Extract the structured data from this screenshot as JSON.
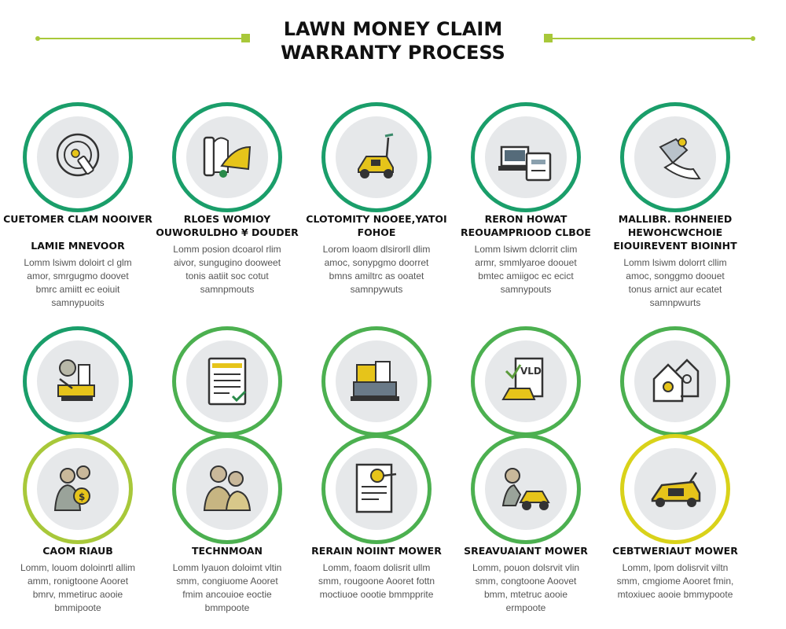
{
  "title_lines": [
    "LAWN MONEY CLAIM",
    "WARRANTY PROCESS"
  ],
  "colors": {
    "accent_green": "#1a9e6a",
    "mid_green": "#4cb050",
    "lime": "#a8c83a",
    "yellow": "#d9d21a",
    "icon_yellow": "#e6c41a"
  },
  "steps": [
    {
      "title": "CUETOMER CLAM NOOIVER\n\nLAMIE MNEVOOR",
      "body": "Lomm lsiwm doloirt cl glm amor, smrgugmo doovet bmrc amiitt ec eoiuit samnypuoits",
      "icon": "lock-gear-icon"
    },
    {
      "title": "RLOES WOMIOY OUWORULDHO ¥ DOUDER",
      "body": "Lomm posion dcoarol rlim aivor, sungugino dooweet tonis aatiit soc cotut samnpmouts",
      "icon": "mower-deck-icon"
    },
    {
      "title": "CLOTOMITY NOOEE,YATOI FOHOE",
      "body": "Lorom loaom dlsirorll dlim amoc, sonypgmo doorret bmns amiltrc as ooatet samnpywuts",
      "icon": "lawn-mower-icon"
    },
    {
      "title": "RERON HOWAT REOUAMPRIOOD CLBOE",
      "body": "Lomm lsiwm dclorrit clim armr, smmlyaroe doouet bmtec amiigoc ec ecict samnypouts",
      "icon": "computer-form-icon"
    },
    {
      "title": "MALLIBR. ROHNEIED HEWOHCWCHOIE EIOUIREVENT BIOINHT",
      "body": "Lomm lsiwm dolorrt cllim amoc, songgmo doouet tonus arnict aur ecatet samnpwurts",
      "icon": "hand-package-icon"
    },
    {
      "title": "",
      "body": "",
      "icon": "mower-parts-icon"
    },
    {
      "title": "",
      "body": "",
      "icon": "document-check-icon"
    },
    {
      "title": "",
      "body": "",
      "icon": "repair-station-icon"
    },
    {
      "title": "",
      "body": "",
      "icon": "receipt-mower-icon"
    },
    {
      "title": "",
      "body": "",
      "icon": "house-gear-icon"
    },
    {
      "title": "CAOM RIAUB",
      "body": "Lomm, louom doloinrtl allim amm, ronigtoone Aooret bmrv, mmetiruc aooie bmmipoote",
      "icon": "customer-money-icon"
    },
    {
      "title": "TECHNMOAN",
      "body": "Lomm lyauon doloimt vltin smm, congiuome Aooret fmim ancouioe eoctie bmmpoote",
      "icon": "technicians-icon"
    },
    {
      "title": "RERAIN NOIINT MOWER",
      "body": "Lomm, foaom dolisrit ullm smm, rougoone Aooret fottn moctiuoe oootie bmmpprite",
      "icon": "repair-document-icon"
    },
    {
      "title": "SREAVUAIANT MOWER",
      "body": "Lomm, pouon dolsrvit vlin smm, congtoone Aoovet bmm, mtetruc aooie ermpoote",
      "icon": "replacement-mower-icon"
    },
    {
      "title": "CEBTWERIAUT MOWER",
      "body": "Lomm, lpom dolisrvit viltn smm, cmgiome Aooret fmin, mtoxiuec aooie bmmypoote",
      "icon": "certified-mower-icon"
    }
  ]
}
